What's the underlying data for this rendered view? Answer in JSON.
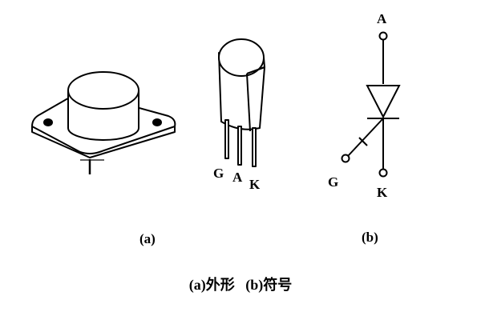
{
  "figure": {
    "package_view": {
      "sublabel": "(a)",
      "pins": [
        "G",
        "A",
        "K"
      ]
    },
    "symbol_view": {
      "sublabel": "(b)",
      "terminals": {
        "anode": "A",
        "gate": "G",
        "cathode": "K"
      }
    },
    "caption": {
      "part_a": "(a)外形",
      "part_b": "(b)符号"
    }
  }
}
